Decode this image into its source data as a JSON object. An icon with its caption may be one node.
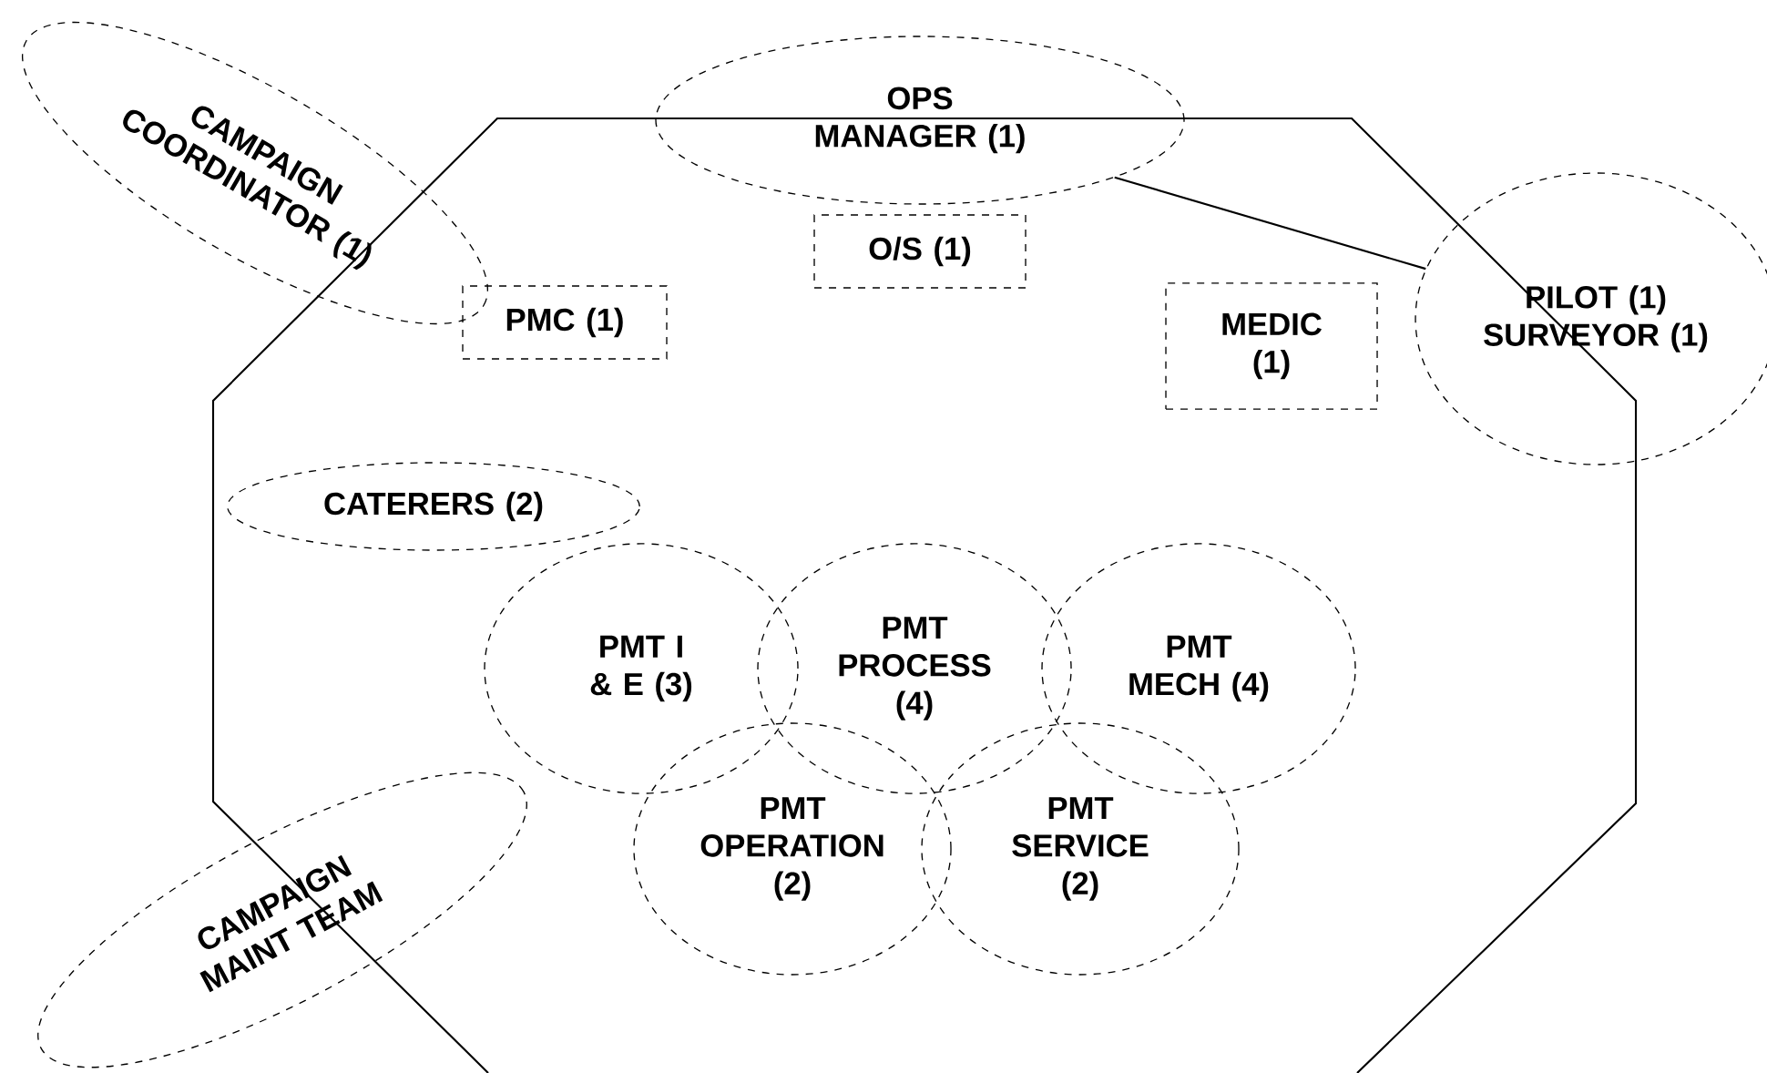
{
  "diagram": {
    "nodes": [
      {
        "text": [
          "CAMPAIGN COORDINATOR (1)"
        ]
      },
      {
        "text": [
          "OPS MANAGER (1)"
        ]
      },
      {
        "text": [
          "O/S (1)"
        ]
      },
      {
        "text": [
          "PMC (1)"
        ]
      },
      {
        "text": [
          "MEDIC (1)"
        ]
      },
      {
        "text": [
          "PILOT (1) SURVEYOR (1)"
        ]
      },
      {
        "text": [
          "CATERERS (2)"
        ]
      },
      {
        "text": [
          "PMT I & E (3)"
        ]
      },
      {
        "text": [
          "PMT PROCESS (4)"
        ]
      },
      {
        "text": [
          "PMT MECH (4)"
        ]
      },
      {
        "text": [
          "PMT OPERATION (2)"
        ]
      },
      {
        "text": [
          "PMT SERVICE (2)"
        ]
      },
      {
        "text": [
          "CAMPAIGN MAINT TEAM"
        ]
      }
    ],
    "edges": [
      {
        "from": 1,
        "to": 5,
        "arrow": "none"
      }
    ]
  }
}
